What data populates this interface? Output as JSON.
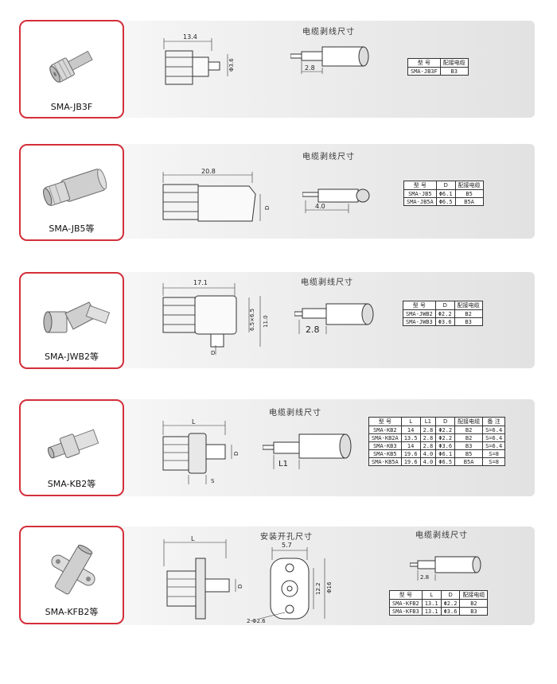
{
  "sections": [
    {
      "model": "SMA-JB3F",
      "caption": "电缆剥线尺寸",
      "dims": {
        "length": "13.4",
        "dia": "Φ3.6",
        "strip": "2.8"
      },
      "table": {
        "headers": [
          "型 号",
          "配接电缆"
        ],
        "rows": [
          [
            "SMA-JB3F",
            "B3"
          ]
        ]
      }
    },
    {
      "model": "SMA-JB5等",
      "caption": "电缆剥线尺寸",
      "dims": {
        "length": "20.8",
        "d": "D",
        "strip": "4.0"
      },
      "table": {
        "headers": [
          "型 号",
          "D",
          "配接电缆"
        ],
        "rows": [
          [
            "SMA-JB5",
            "Φ6.1",
            "B5"
          ],
          [
            "SMA-JB5A",
            "Φ6.5",
            "B5A"
          ]
        ]
      }
    },
    {
      "model": "SMA-JWB2等",
      "caption": "电缆剥线尺寸",
      "dims": {
        "length": "17.1",
        "sq": "6.5×6.5",
        "h": "11.0",
        "d": "D",
        "strip": "2.8"
      },
      "table": {
        "headers": [
          "型 号",
          "D",
          "配接电缆"
        ],
        "rows": [
          [
            "SMA-JWB2",
            "Φ2.2",
            "B2"
          ],
          [
            "SMA-JWB3",
            "Φ3.6",
            "B3"
          ]
        ]
      }
    },
    {
      "model": "SMA-KB2等",
      "caption": "电缆剥线尺寸",
      "dims": {
        "l": "L",
        "d": "D",
        "s": "S",
        "l1": "L1"
      },
      "table": {
        "headers": [
          "型 号",
          "L",
          "L1",
          "D",
          "配接电缆",
          "备 注"
        ],
        "rows": [
          [
            "SMA-KB2",
            "14",
            "2.8",
            "Φ2.2",
            "B2",
            "S=6.4"
          ],
          [
            "SMA-KB2A",
            "13.5",
            "2.8",
            "Φ2.2",
            "B2",
            "S=6.4"
          ],
          [
            "SMA-KB3",
            "14",
            "2.8",
            "Φ3.6",
            "B3",
            "S=6.4"
          ],
          [
            "SMA-KB5",
            "19.6",
            "4.0",
            "Φ6.1",
            "B5",
            "S=8"
          ],
          [
            "SMA-KB5A",
            "19.6",
            "4.0",
            "Φ6.5",
            "B5A",
            "S=8"
          ]
        ]
      }
    },
    {
      "model": "SMA-KFB2等",
      "caption": "电缆剥线尺寸",
      "caption2": "安装开孔尺寸",
      "dims": {
        "l": "L",
        "d": "D",
        "w": "5.7",
        "h1": "12.2",
        "h2": "Φ16",
        "holes": "2-Φ2.6",
        "strip": "2.8"
      },
      "table": {
        "headers": [
          "型 号",
          "L",
          "D",
          "配接电缆"
        ],
        "rows": [
          [
            "SMA-KFB2",
            "13.1",
            "Φ2.2",
            "B2"
          ],
          [
            "SMA-KFB3",
            "13.1",
            "Φ3.6",
            "B3"
          ]
        ]
      }
    }
  ]
}
